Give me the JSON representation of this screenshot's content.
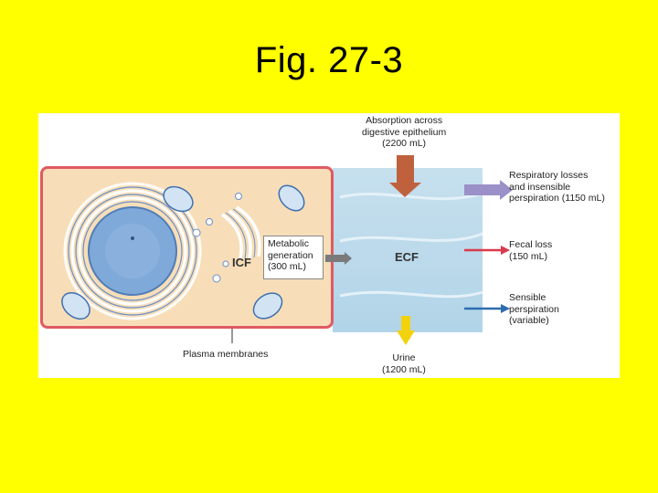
{
  "title": "Fig. 27-3",
  "labels": {
    "absorption": [
      "Absorption across",
      "digestive epithelium",
      "(2200 mL)"
    ],
    "respiratory": [
      "Respiratory losses",
      "and insensible",
      "perspiration (1150 mL)"
    ],
    "fecal": [
      "Fecal loss",
      "(150 mL)"
    ],
    "sensible": [
      "Sensible",
      "perspiration",
      "(variable)"
    ],
    "metabolic": [
      "Metabolic",
      "generation",
      "(300 mL)"
    ],
    "urine": [
      "Urine",
      "(1200 mL)"
    ],
    "icf": "ICF",
    "ecf": "ECF",
    "plasma": "Plasma membranes"
  },
  "colors": {
    "background": "#ffff00",
    "cytoplasm": "#f7deb8",
    "membrane": "#e05a62",
    "ecf": "#c6e0ee",
    "absorption_arrow": "#c0613e",
    "respiratory_arrow": "#9b91c8",
    "fecal_arrow": "#d93a4a",
    "sensible_arrow": "#2c6db0",
    "urine_arrow": "#f2d20c",
    "metabolic_arrow": "#7a7a7a"
  }
}
